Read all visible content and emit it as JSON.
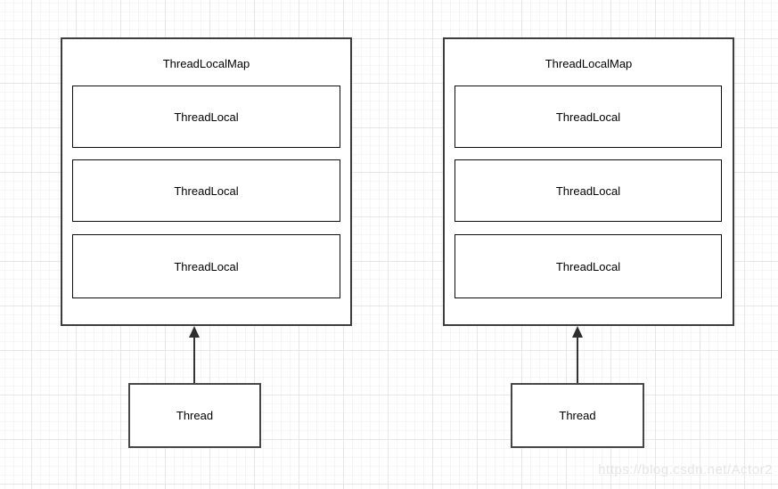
{
  "watermark": {
    "text": "https://blog.csdn.net/Actor2"
  },
  "colors": {
    "outer_border": "#3d3d3d",
    "inner_border": "#0d0d0d",
    "connector": "#2e2e2e",
    "grid_minor": "#f5f5f5",
    "grid_major": "#e6e6e6",
    "watermark_text": "#e5e5e5"
  },
  "diagrams": [
    {
      "map_title": "ThreadLocalMap",
      "entries": [
        "ThreadLocal",
        "ThreadLocal",
        "ThreadLocal"
      ],
      "thread_label": "Thread"
    },
    {
      "map_title": "ThreadLocalMap",
      "entries": [
        "ThreadLocal",
        "ThreadLocal",
        "ThreadLocal"
      ],
      "thread_label": "Thread"
    }
  ]
}
